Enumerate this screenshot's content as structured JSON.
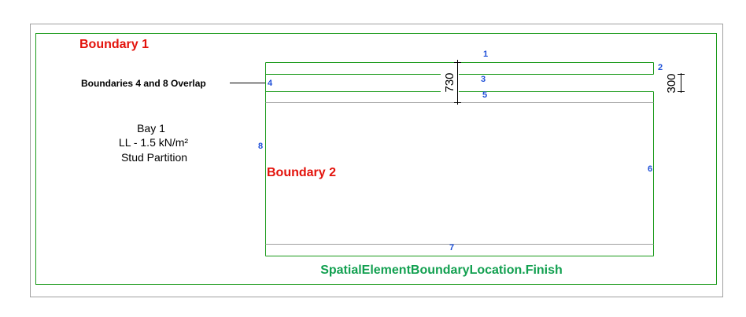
{
  "colors": {
    "boundary": "#1a9a1a",
    "label_red": "#e3120b",
    "number_blue": "#1e4fd8",
    "caption_green": "#12a050",
    "gray_line": "#a0a0a0"
  },
  "labels": {
    "boundary1": "Boundary 1",
    "boundary2": "Boundary 2",
    "overlap_note": "Boundaries 4 and 8 Overlap",
    "room_name": "Bay 1",
    "room_load": "LL - 1.5 kN/m²",
    "room_type": "Stud Partition",
    "caption": "SpatialElementBoundaryLocation.Finish"
  },
  "segment_numbers": [
    "1",
    "2",
    "3",
    "4",
    "5",
    "6",
    "7",
    "8"
  ],
  "dimensions": {
    "overall": "730",
    "offset": "300"
  }
}
